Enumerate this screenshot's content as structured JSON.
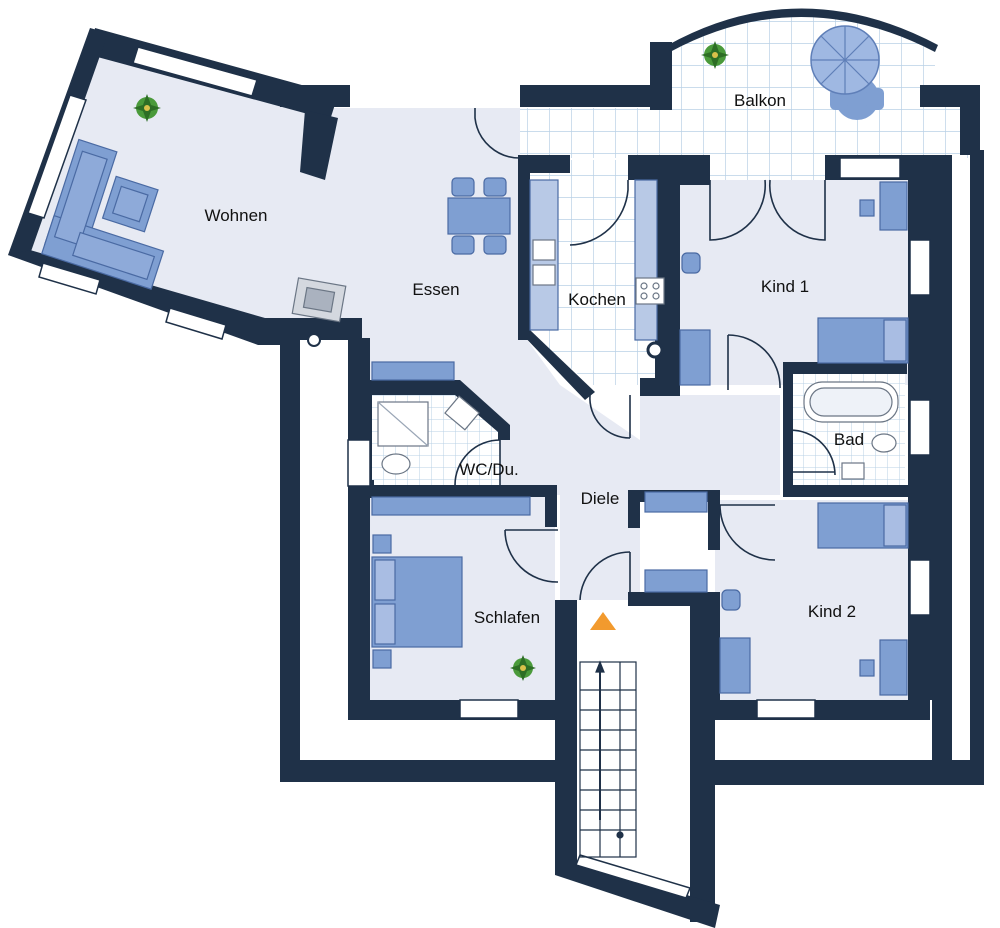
{
  "rooms": {
    "wohnen": "Wohnen",
    "essen": "Essen",
    "kochen": "Kochen",
    "balkon": "Balkon",
    "kind1": "Kind 1",
    "bad": "Bad",
    "wc": "WC/Du.",
    "diele": "Diele",
    "schlafen": "Schlafen",
    "kind2": "Kind 2"
  },
  "colors": {
    "wall": "#1f3148",
    "floor": "#e7eaf3",
    "tile": "#ffffff",
    "tile_grid": "#b9d1e6",
    "furniture": "#7f9fd2",
    "furniture_dark": "#5f7fb8",
    "window": "#ffffff",
    "entrance_arrow": "#f29a2e"
  },
  "icons": [
    "plant-icon",
    "umbrella-icon",
    "entrance-arrow-icon",
    "stairs-icon"
  ]
}
